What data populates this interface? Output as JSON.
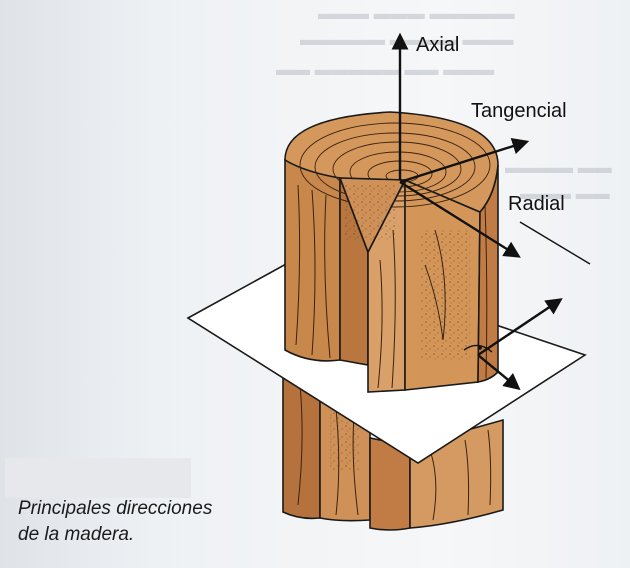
{
  "diagram": {
    "labels": {
      "axial": "Axial",
      "tangencial": "Tangencial",
      "radial": "Radial"
    },
    "caption": {
      "line1": "Principales direcciones",
      "line2": "de la madera."
    },
    "colors": {
      "wood_light": "#d9a06a",
      "wood_mid": "#c07c44",
      "wood_dark": "#8a5228",
      "outline": "#1a1a1a",
      "plane": "#ffffff"
    }
  }
}
